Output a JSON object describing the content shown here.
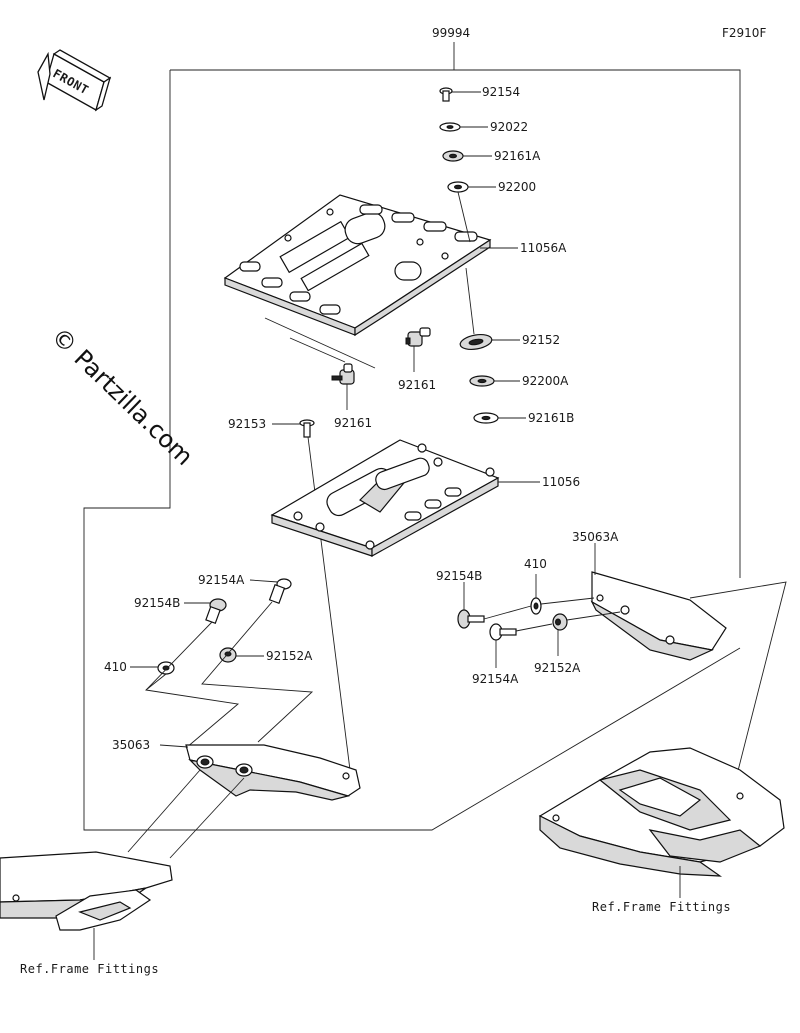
{
  "header": {
    "assembly_number": "99994",
    "figure_code": "F2910F"
  },
  "front_label": "FRONT",
  "watermark": "© Partzilla.com",
  "parts": [
    {
      "id": "92154",
      "label": "92154"
    },
    {
      "id": "92022",
      "label": "92022"
    },
    {
      "id": "92161A",
      "label": "92161A"
    },
    {
      "id": "92200",
      "label": "92200"
    },
    {
      "id": "11056A",
      "label": "11056A"
    },
    {
      "id": "92152",
      "label": "92152"
    },
    {
      "id": "92161-right",
      "label": "92161"
    },
    {
      "id": "92200A",
      "label": "92200A"
    },
    {
      "id": "92161-left",
      "label": "92161"
    },
    {
      "id": "92161B",
      "label": "92161B"
    },
    {
      "id": "92153",
      "label": "92153"
    },
    {
      "id": "11056",
      "label": "11056"
    },
    {
      "id": "35063A",
      "label": "35063A"
    },
    {
      "id": "410-right",
      "label": "410"
    },
    {
      "id": "92154B-right",
      "label": "92154B"
    },
    {
      "id": "92154A-right",
      "label": "92154A"
    },
    {
      "id": "92152A-right",
      "label": "92152A"
    },
    {
      "id": "92154A-left",
      "label": "92154A"
    },
    {
      "id": "92154B-left",
      "label": "92154B"
    },
    {
      "id": "92152A-left",
      "label": "92152A"
    },
    {
      "id": "410-left",
      "label": "410"
    },
    {
      "id": "35063",
      "label": "35063"
    }
  ],
  "references": {
    "left": "Ref.Frame Fittings",
    "right": "Ref.Frame Fittings"
  }
}
